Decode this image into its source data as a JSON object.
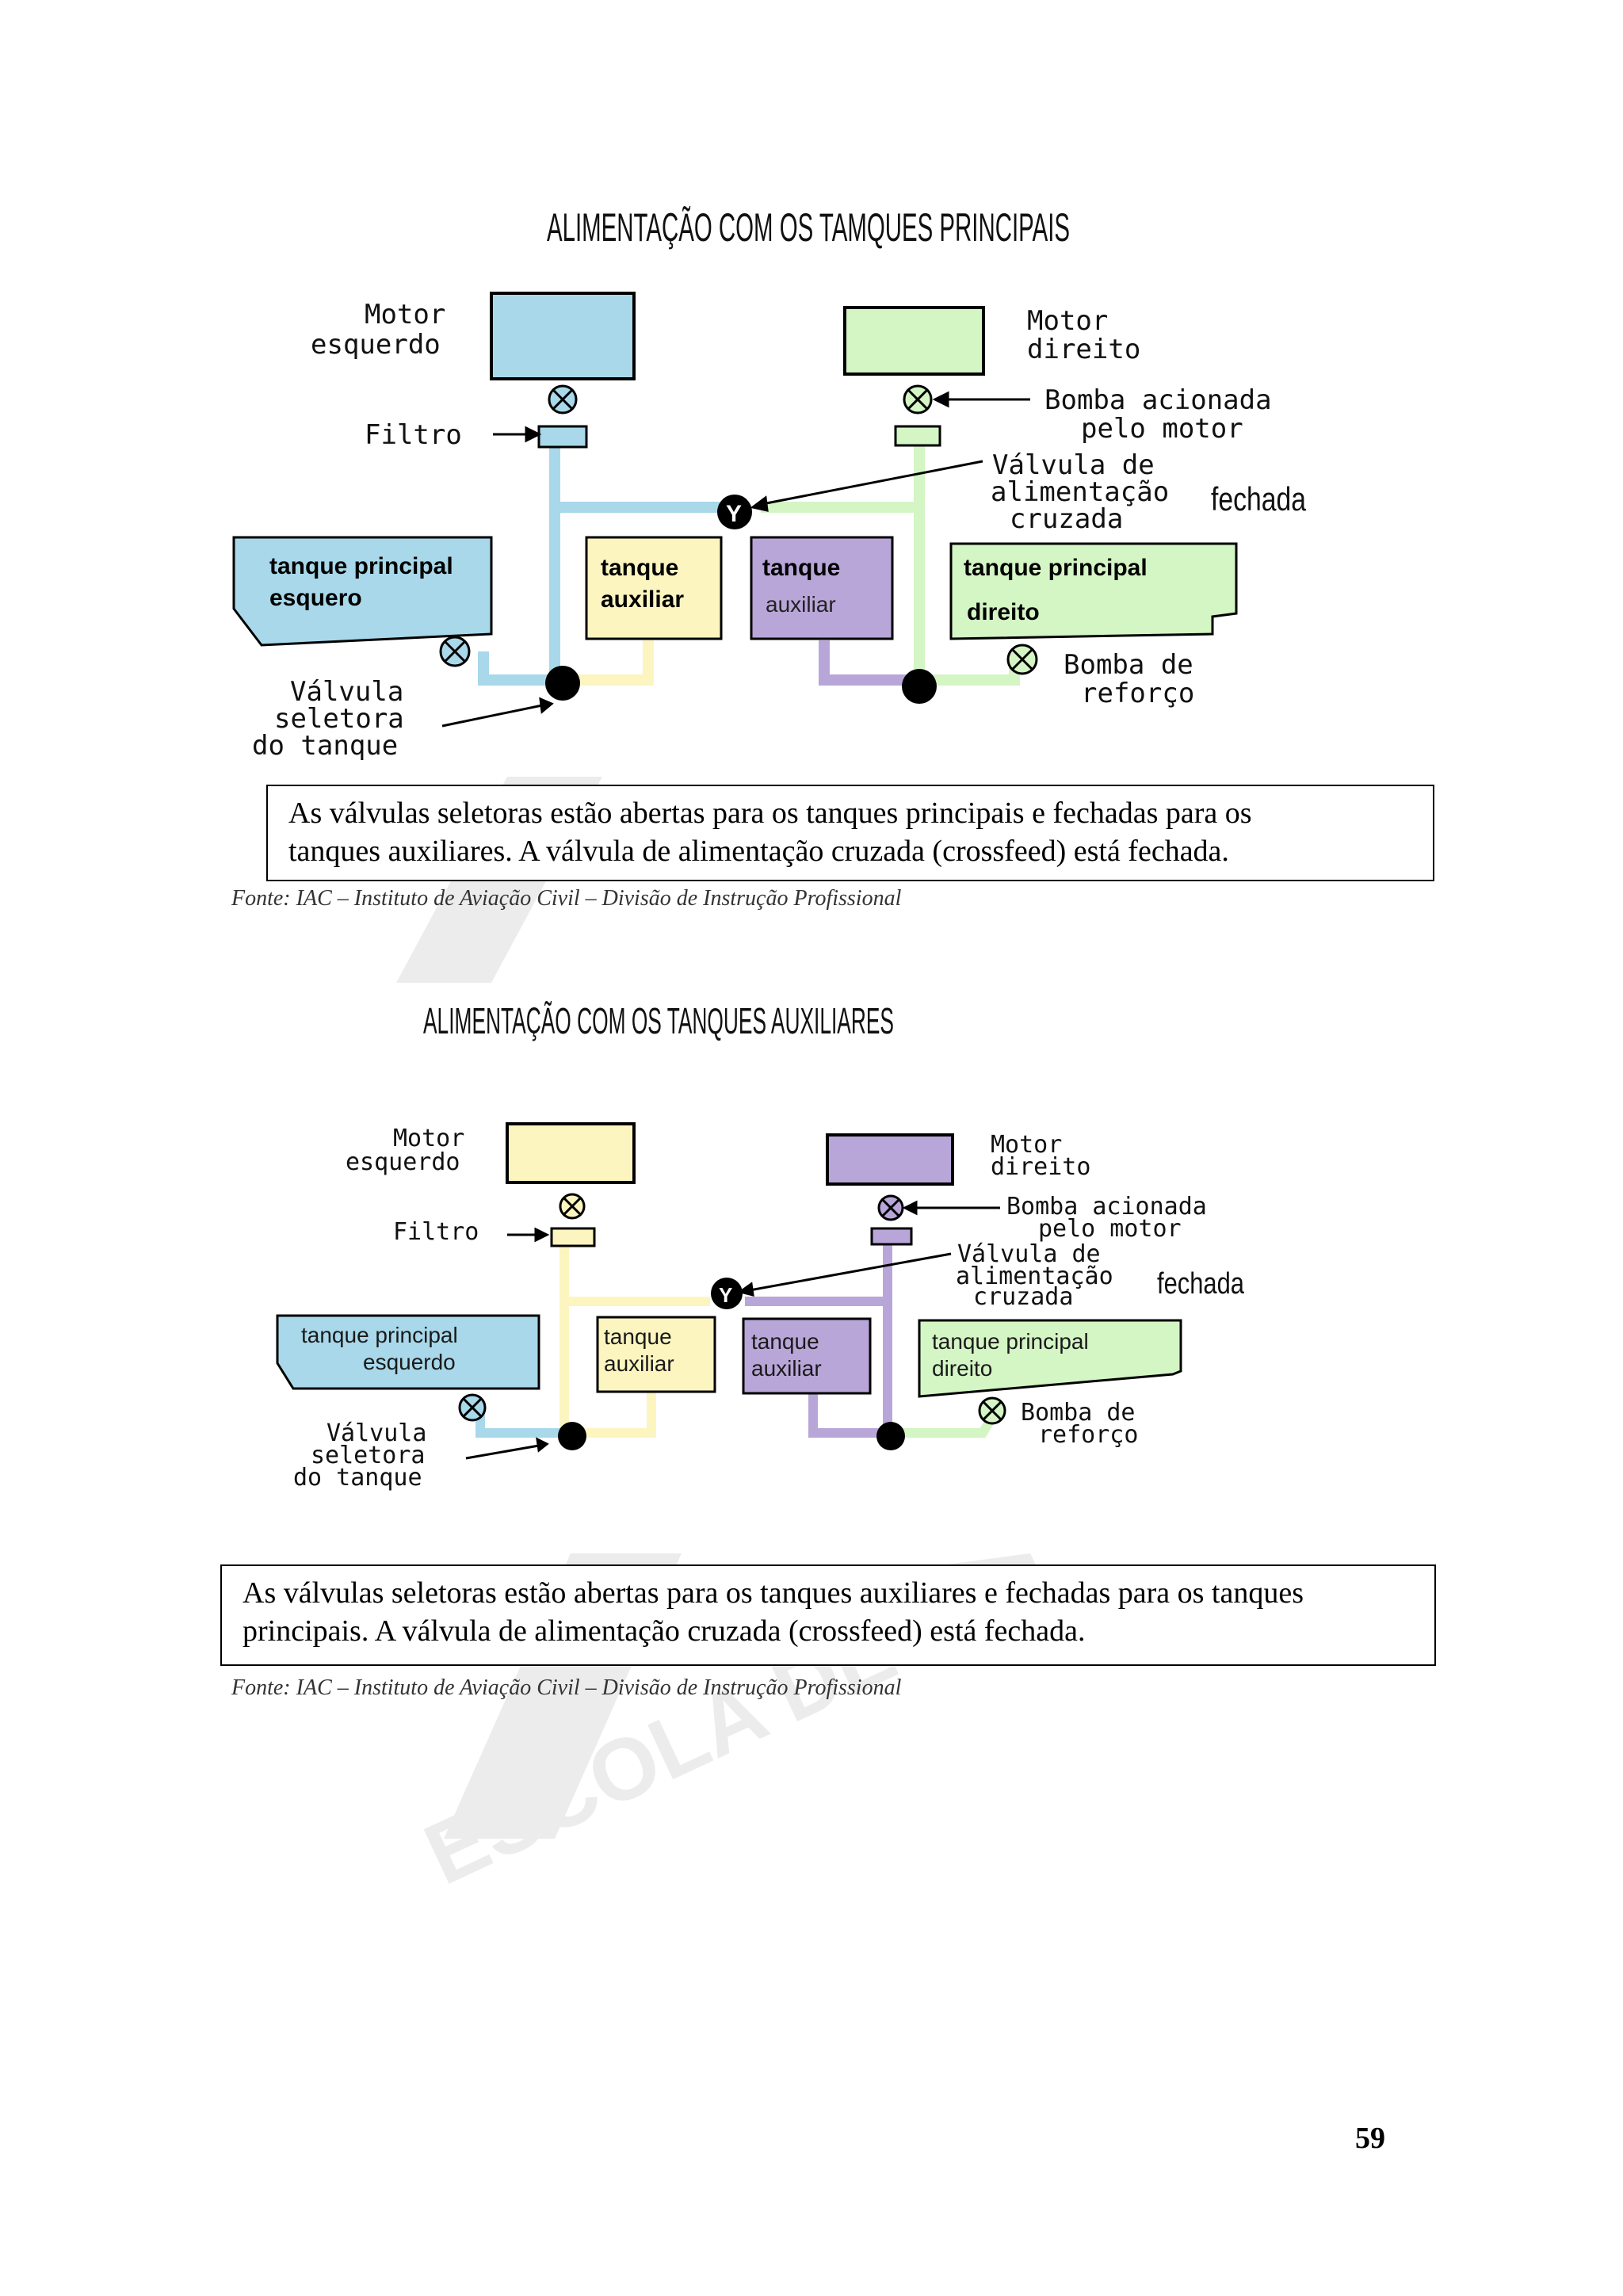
{
  "watermark": {
    "text": "ESCOLA DE",
    "mark": "ASA"
  },
  "diagram1": {
    "title": "ALIMENTAÇÃO COM OS TAMQUES PRINCIPAIS",
    "motor_left": [
      "Motor",
      "esquerdo"
    ],
    "motor_right": [
      "Motor",
      "direito"
    ],
    "filtro": "Filtro",
    "bomba_motor": [
      "Bomba acionada",
      "pelo motor"
    ],
    "valvula_cruzada": [
      "Válvula de",
      "alimentação",
      "cruzada"
    ],
    "fechada": "fechada",
    "tank_main_left": [
      "tanque principal",
      "esquero"
    ],
    "tank_aux_left": [
      "tanque",
      "auxiliar"
    ],
    "tank_aux_right": [
      "tanque",
      "auxiliar"
    ],
    "tank_main_right": [
      "tanque principal",
      "direito"
    ],
    "bomba_reforco": [
      "Bomba de",
      "reforço"
    ],
    "valvula_seletora": [
      "Válvula",
      "seletora",
      "do tanque"
    ],
    "colors": {
      "main": "#a8d8ea",
      "aux_left": "#fdf5c0",
      "aux_right": "#b9a6d9",
      "right": "#d4f5c4"
    }
  },
  "caption1": {
    "line1": "As válvulas seletoras estão abertas para os tanques principais e fechadas para os",
    "line2": "tanques auxiliares. A válvula de alimentação cruzada (crossfeed) está fechada."
  },
  "source1": "Fonte: IAC – Instituto de Aviação Civil – Divisão de Instrução Profissional",
  "diagram2": {
    "title": "ALIMENTAÇÃO COM OS TANQUES AUXILIARES",
    "motor_left": [
      "Motor",
      "esquerdo"
    ],
    "motor_right": [
      "Motor",
      "direito"
    ],
    "filtro": "Filtro",
    "bomba_motor": [
      "Bomba acionada",
      "pelo motor"
    ],
    "valvula_cruzada": [
      "Válvula de",
      "alimentação",
      "cruzada"
    ],
    "fechada": "fechada",
    "tank_main_left": [
      "tanque principal",
      "esquerdo"
    ],
    "tank_aux_left": [
      "tanque",
      "auxiliar"
    ],
    "tank_aux_right": [
      "tanque",
      "auxiliar"
    ],
    "tank_main_right": [
      "tanque principal",
      "direito"
    ],
    "bomba_reforco": [
      "Bomba de",
      "reforço"
    ],
    "valvula_seletora": [
      "Válvula",
      "seletora",
      "do tanque"
    ]
  },
  "caption2": {
    "line1": "As válvulas seletoras estão abertas para os tanques auxiliares e fechadas para os tanques",
    "line2": "principais.  A válvula de alimentação cruzada (crossfeed) está fechada."
  },
  "source2": "Fonte: IAC – Instituto de Aviação Civil – Divisão de Instrução Profissional",
  "page_number": "59"
}
